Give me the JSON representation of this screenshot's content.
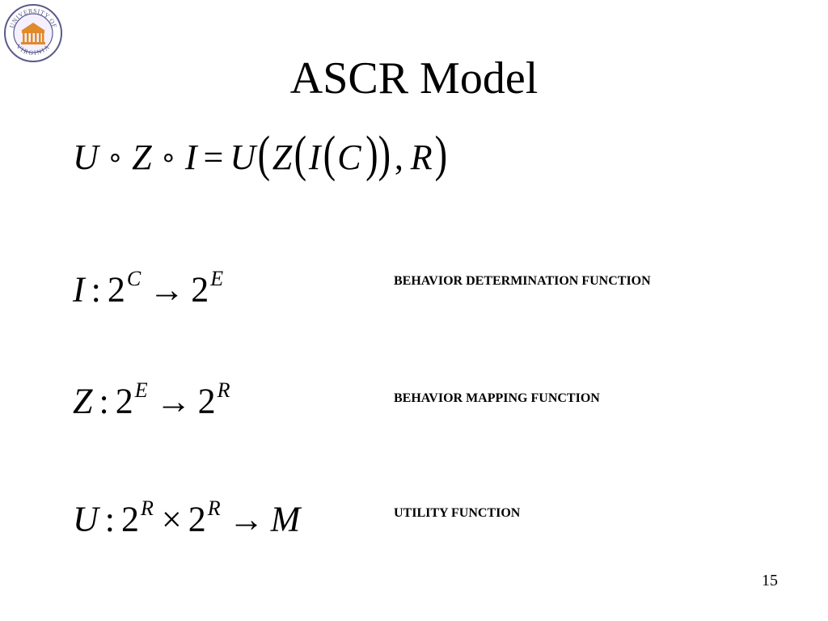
{
  "slide": {
    "title": "ASCR Model",
    "page_number": "15",
    "logo": {
      "icon": "university-of-virginia-seal-icon",
      "text_top": "UNIVERSITY OF",
      "text_bottom": "VIRGINIA",
      "colors": {
        "ring": "#5a5a8c",
        "rotunda": "#e08a2a"
      }
    },
    "equations": [
      {
        "id": "composition"
      },
      {
        "id": "behavior-determination",
        "label": "BEHAVIOR DETERMINATION FUNCTION"
      },
      {
        "id": "behavior-mapping",
        "label": "BEHAVIOR MAPPING FUNCTION"
      },
      {
        "id": "utility",
        "label": "UTILITY FUNCTION"
      }
    ]
  }
}
